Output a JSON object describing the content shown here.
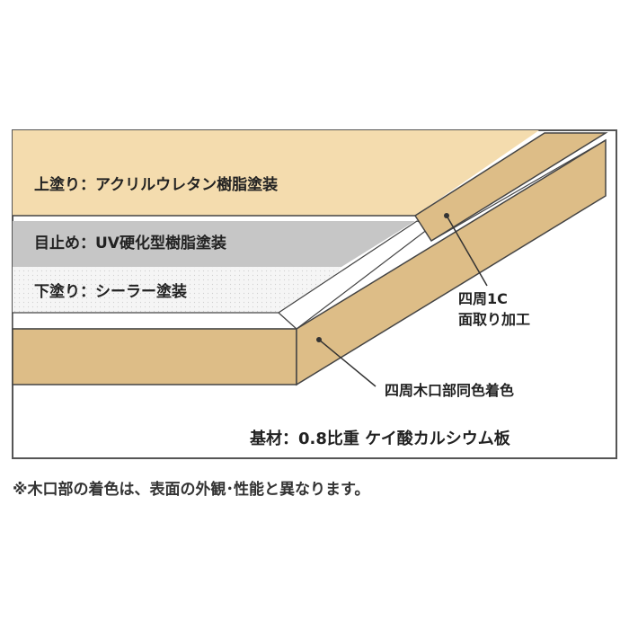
{
  "layers": {
    "top_coat": "上塗り：アクリルウレタン樹脂塗装",
    "filler": "目止め：UV硬化型樹脂塗装",
    "undercoat": "下塗り：シーラー塗装"
  },
  "callouts": {
    "chamfer_line1": "四周1C",
    "chamfer_line2": "面取り加工",
    "edge_color": "四周木口部同色着色"
  },
  "base_material": "基材：0.8比重 ケイ酸カルシウム板",
  "footnote": "※木口部の着色は、表面の外観･性能と異なります。",
  "colors": {
    "top_coat": "#f4dcae",
    "filler": "#c6c6c6",
    "undercoat": "#f2f2f2",
    "wood_edge": "#ddbd87",
    "outline": "#444444"
  }
}
